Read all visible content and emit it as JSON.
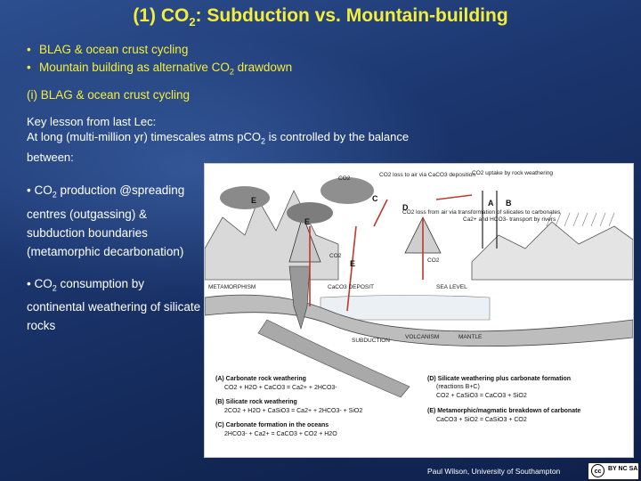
{
  "slide": {
    "title_prefix": "(1) CO",
    "title_sub": "2",
    "title_suffix": ": Subduction vs. Mountain-building",
    "bullets": [
      {
        "text": "BLAG & ocean crust cycling"
      },
      {
        "text_prefix": "Mountain building as alternative CO",
        "text_sub": "2",
        "text_suffix": " drawdown"
      }
    ],
    "section_heading": "(i)  BLAG & ocean crust cycling",
    "lesson": {
      "line1": "Key lesson from last Lec:",
      "line2_prefix": "At long (multi-million yr) timescales atms pCO",
      "line2_sub": "2",
      "line2_suffix": " is controlled by the balance",
      "line3": "between:"
    },
    "point1": {
      "prefix": "• CO",
      "sub": "2",
      "suffix": " production @spreading centres (outgassing) & subduction boundaries (metamorphic decarbonation)"
    },
    "point2": {
      "prefix": "• CO",
      "sub": "2",
      "suffix": " consumption by continental weathering of silicate rocks"
    },
    "footer": "Paul Wilson, University of Southampton",
    "cc_badge": "cc",
    "cc_by": "BY NC SA"
  },
  "figure": {
    "labels": {
      "co2_top": "CO2",
      "c_label": "CO2 loss to air via CaCO3 deposition",
      "b_label": "CO2 uptake by rock weathering",
      "d_label": "CO2 loss from air via transformation of silicates to carbonates",
      "transport": "Ca2+ and HCO3- transport by rivers",
      "e1": "E",
      "e2": "E",
      "e3": "E",
      "A": "A",
      "B": "B",
      "C": "C",
      "D": "D",
      "co2_mid": "CO2",
      "co2_right": "CO2",
      "caco3_deposit": "CaCO3 DEPOSIT",
      "sea_level": "SEA LEVEL",
      "metamorphism": "METAMORPHISM",
      "subduction": "SUBDUCTION",
      "volcanism": "VOLCANISM",
      "mantle": "MANTLE"
    },
    "legend": [
      {
        "title": "(A) Carbonate rock weathering",
        "eq": "CO2 + H2O + CaCO3 = Ca2+ + 2HCO3-"
      },
      {
        "title": "(B) Silicate rock weathering",
        "eq": "2CO2 + H2O + CaSiO3 = Ca2+ + 2HCO3- + SiO2"
      },
      {
        "title": "(C) Carbonate formation in the oceans",
        "eq": "2HCO3- + Ca2+ = CaCO3 + CO2 + H2O"
      },
      {
        "title": "(D) Silicate weathering plus carbonate formation",
        "title2": "(reactions B+C)",
        "eq": "CO2 + CaSiO3 = CaCO3 + SiO2"
      },
      {
        "title": "(E) Metamorphic/magmatic breakdown of carbonate",
        "eq": "CaCO3 + SiO2 = CaSiO3 + CO2"
      }
    ]
  }
}
